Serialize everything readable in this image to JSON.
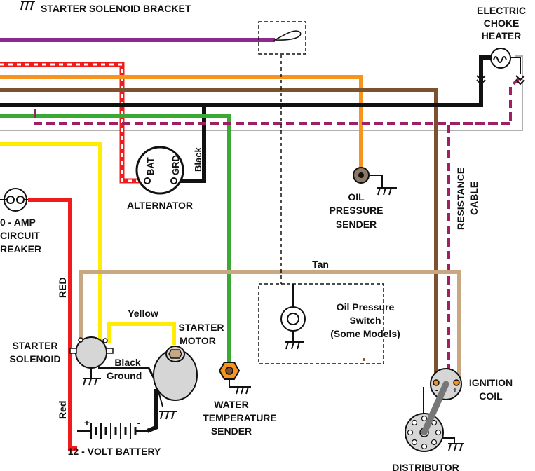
{
  "labels": {
    "bracket": "STARTER SOLENOID BRACKET",
    "choke": [
      "ELECTRIC",
      "CHOKE",
      "HEATER"
    ],
    "alternator": "ALTERNATOR",
    "bat": "BAT",
    "grd": "GRD",
    "black_vertical": "Black",
    "oil_sender": [
      "OIL",
      "PRESSURE",
      "SENDER"
    ],
    "resistance_cable": [
      "RESISTANCE",
      "CABLE"
    ],
    "breaker": [
      "0 - AMP",
      "CIRCUIT",
      "REAKER"
    ],
    "red_vertical_upper": "RED",
    "tan": "Tan",
    "yellow": "Yellow",
    "oil_switch": [
      "Oil Pressure",
      "Switch",
      "(Some Models)"
    ],
    "starter_motor": [
      "STARTER",
      "MOTOR"
    ],
    "starter_solenoid": [
      "STARTER",
      "SOLENOID"
    ],
    "black_ground": [
      "Black",
      "Ground"
    ],
    "red_vertical_lower": "Red",
    "battery_plus": "+",
    "battery_minus": "-",
    "battery": "12 - VOLT BATTERY",
    "water_sender": [
      "WATER",
      "TEMPERATURE",
      "SENDER"
    ],
    "ignition_coil": [
      "IGNITION",
      "COIL"
    ],
    "distributor": "DISTRIBUTOR"
  },
  "colors": {
    "purple": "#8e2a8e",
    "red": "#ee1c1c",
    "orange": "#f7941d",
    "brown": "#7a5230",
    "black": "#111111",
    "green": "#3aaa35",
    "yellow": "#ffec00",
    "tan": "#c8a882",
    "magenta_dashed": "#9e1f63",
    "gray": "#b0b0b0"
  },
  "icons": [
    "ground-icon",
    "choke-heater-icon",
    "circuit-breaker-icon",
    "battery-icon",
    "gauge-icon"
  ]
}
